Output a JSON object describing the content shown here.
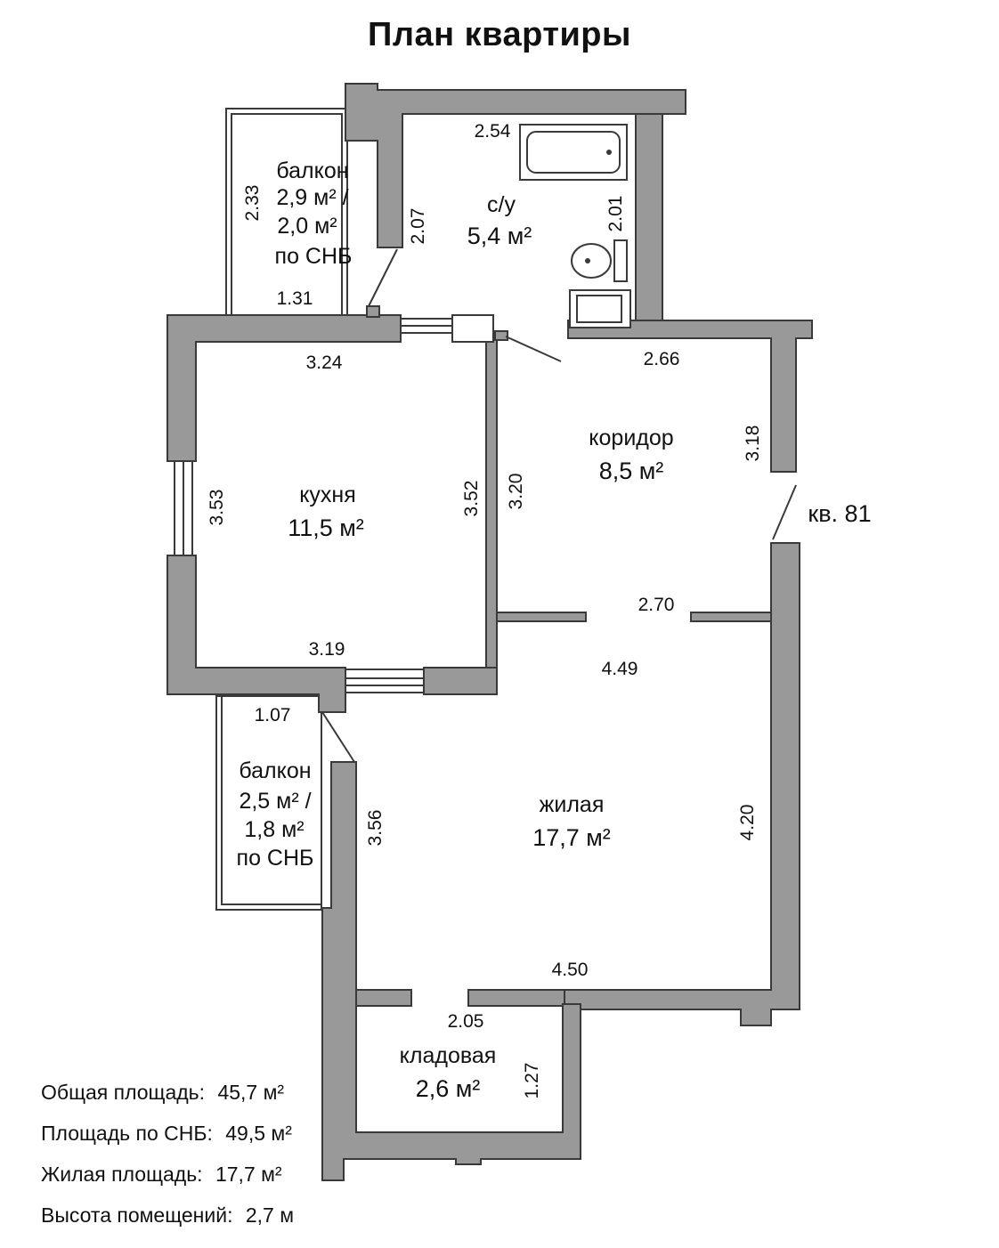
{
  "title": "План квартиры",
  "rooms": {
    "balcony_top": {
      "name": "балкон",
      "area1": "2,9 м² /",
      "area2": "2,0 м²",
      "note": "по СНБ"
    },
    "bathroom": {
      "name": "с/у",
      "area": "5,4 м²"
    },
    "kitchen": {
      "name": "кухня",
      "area": "11,5 м²"
    },
    "corridor": {
      "name": "коридор",
      "area": "8,5 м²"
    },
    "living": {
      "name": "жилая",
      "area": "17,7 м²"
    },
    "balcony_bottom": {
      "name": "балкон",
      "area1": "2,5 м² /",
      "area2": "1,8 м²",
      "note": "по СНБ"
    },
    "storage": {
      "name": "кладовая",
      "area": "2,6 м²"
    }
  },
  "apartment_label": "кв. 81",
  "dimensions": {
    "bath_top": "2.54",
    "bath_side": "2.01",
    "bath_wall": "2.07",
    "balcony_top_side": "2.33",
    "balcony_top_bottom": "1.31",
    "kitchen_top": "3.24",
    "kitchen_left": "3.53",
    "kitchen_right": "3.52",
    "kitchen_bottom": "3.19",
    "corridor_top": "2.66",
    "corridor_left": "3.20",
    "corridor_right": "3.18",
    "corridor_bottom": "2.70",
    "living_top": "4.49",
    "living_right": "4.20",
    "living_left": "3.56",
    "living_bottom": "4.50",
    "balcony_bottom_top": "1.07",
    "storage_top": "2.05",
    "storage_side": "1.27"
  },
  "stats": [
    {
      "label": "Общая площадь:",
      "value": "45,7 м²"
    },
    {
      "label": "Площадь по СНБ:",
      "value": "49,5 м²"
    },
    {
      "label": "Жилая площадь:",
      "value": "17,7 м²"
    },
    {
      "label": "Высота помещений:",
      "value": "2,7 м"
    }
  ]
}
